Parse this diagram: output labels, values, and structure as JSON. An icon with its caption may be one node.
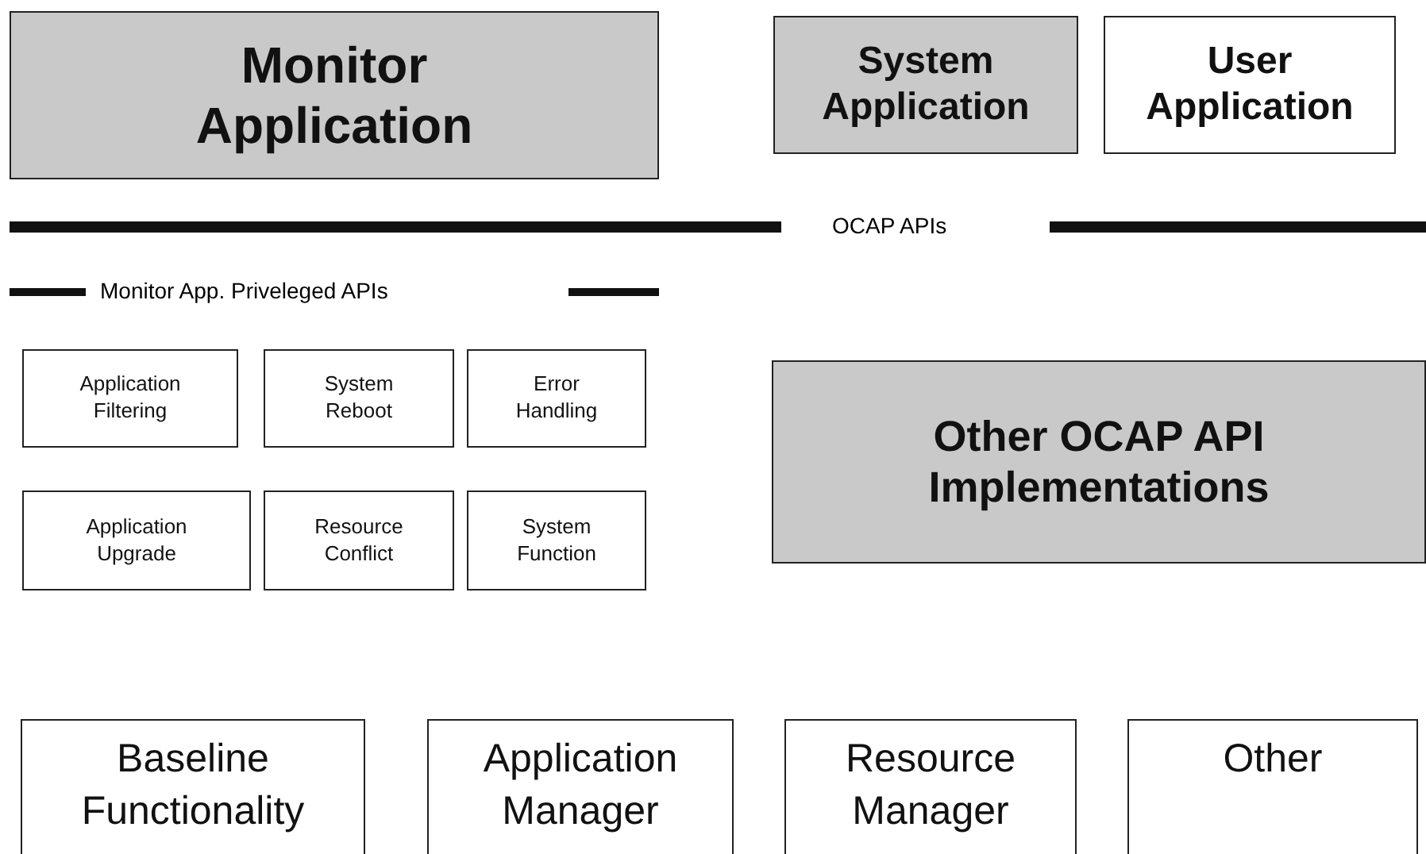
{
  "diagram": {
    "nodes": [
      {
        "text": [
          "Monitor Application"
        ]
      },
      {
        "text": [
          "System Application"
        ]
      },
      {
        "text": [
          "User Application"
        ]
      },
      {
        "text": [
          "Application Filtering"
        ]
      },
      {
        "text": [
          "System Reboot"
        ]
      },
      {
        "text": [
          "Error Handling"
        ]
      },
      {
        "text": [
          "Other OCAP API Implementations"
        ]
      },
      {
        "text": [
          "Application Upgrade"
        ]
      },
      {
        "text": [
          "Resource Conflict"
        ]
      },
      {
        "text": [
          "System Function"
        ]
      },
      {
        "text": [
          "Baseline Functionality"
        ]
      },
      {
        "text": [
          "Application Manager"
        ]
      },
      {
        "text": [
          "Resource Manager"
        ]
      },
      {
        "text": [
          "Other"
        ]
      }
    ],
    "edges": [],
    "labels": [
      "OCAP APIs",
      "Monitor App. Priveleged APIs"
    ]
  }
}
